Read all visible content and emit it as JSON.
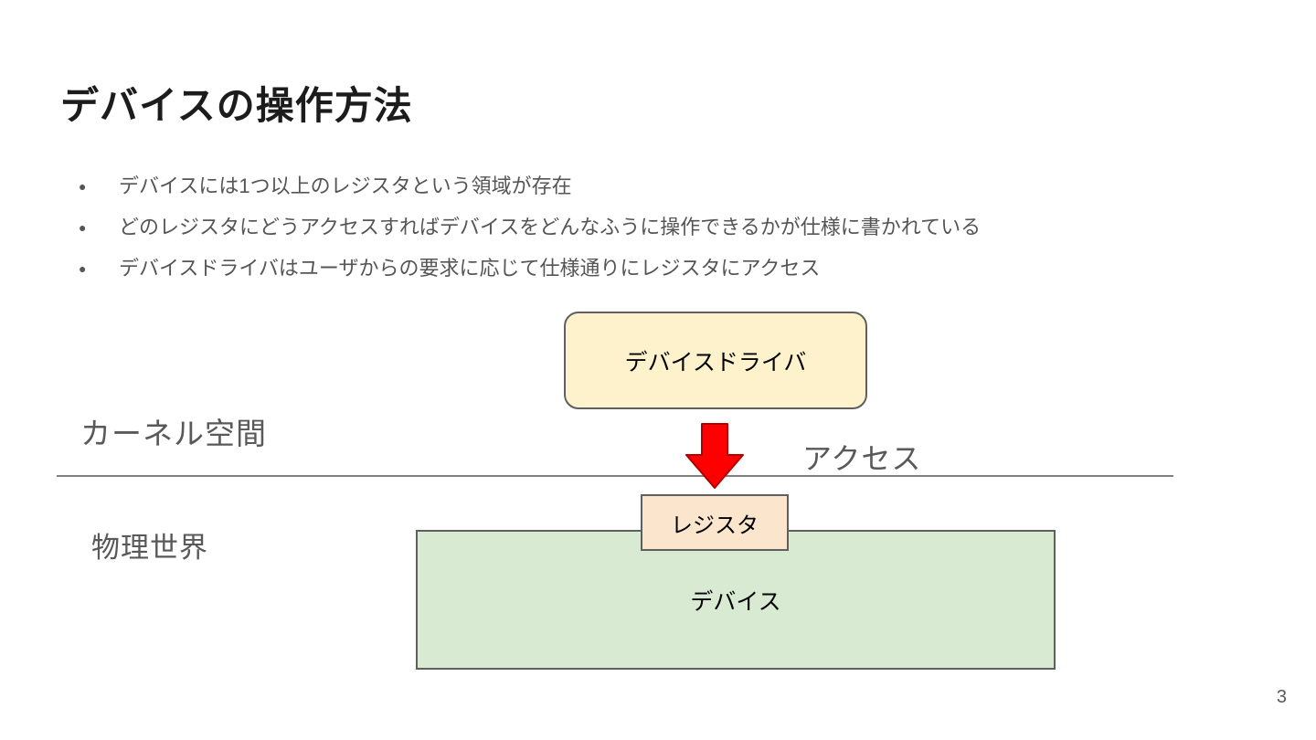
{
  "slide": {
    "title": "デバイスの操作方法",
    "bullet_char": "●",
    "bullets": [
      "デバイスには1つ以上のレジスタという領域が存在",
      "どのレジスタにどうアクセスすればデバイスをどんなふうに操作できるかが仕様に書かれている",
      "デバイスドライバはユーザからの要求に応じて仕様通りにレジスタにアクセス"
    ],
    "page_number": "3"
  },
  "diagram": {
    "driver_box": {
      "label": "デバイスドライバ",
      "fill": "#fdf2cc"
    },
    "kernel_space_label": "カーネル空間",
    "access_label": "アクセス",
    "register_box": {
      "label": "レジスタ",
      "fill": "#fce5cd"
    },
    "device_box": {
      "label": "デバイス",
      "fill": "#d9ead3"
    },
    "physical_world_label": "物理世界",
    "arrow": {
      "fill": "#fe0000",
      "stroke": "#b00000"
    }
  }
}
